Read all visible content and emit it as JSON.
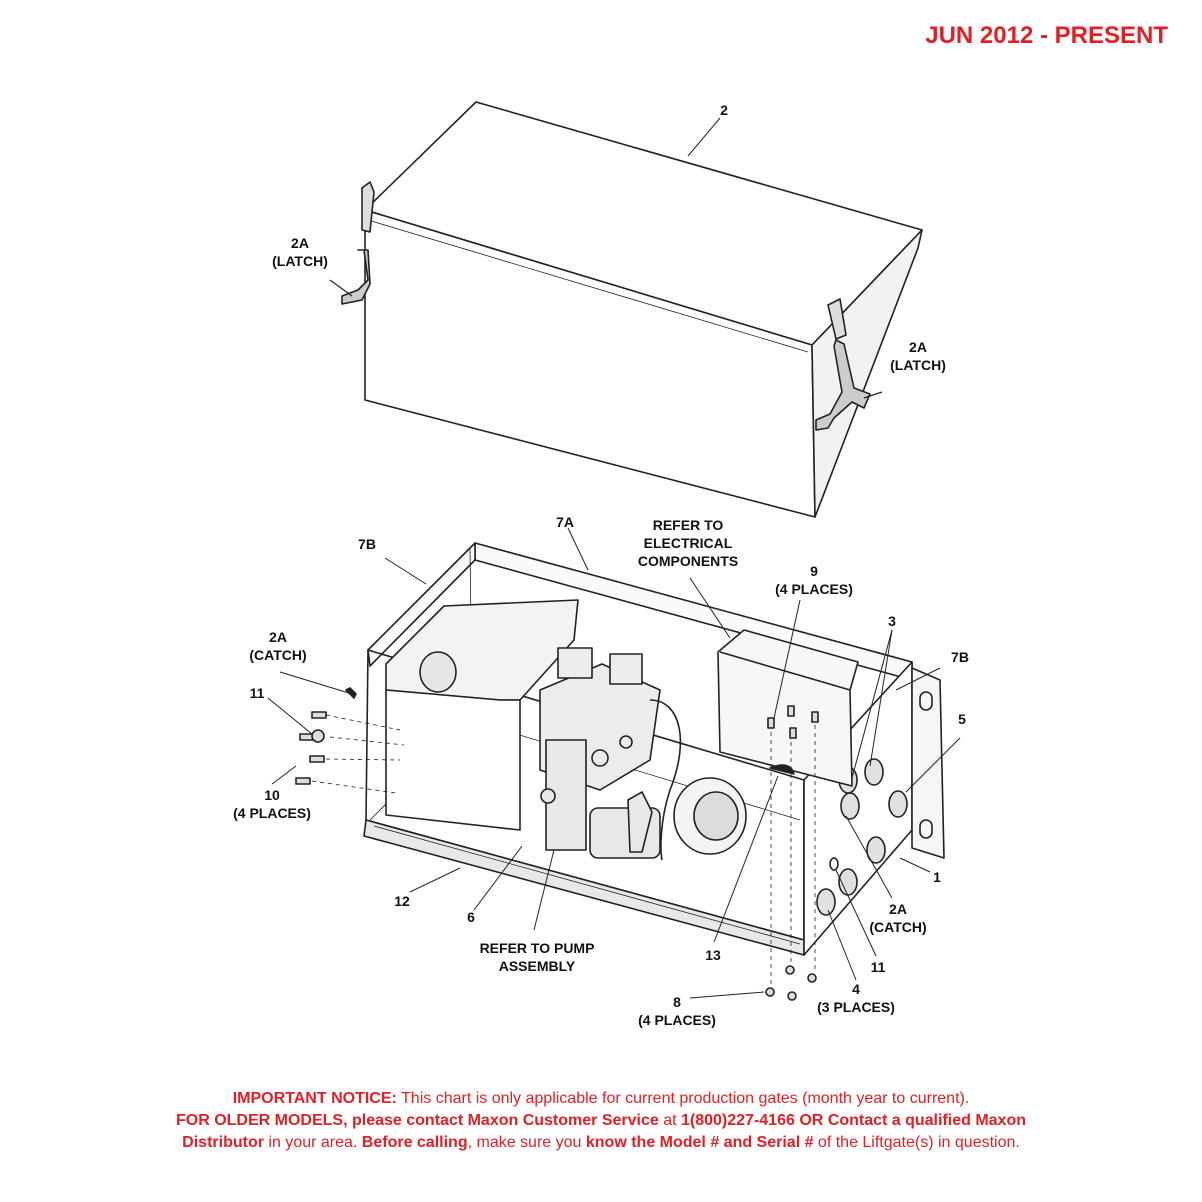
{
  "header": {
    "date_range": "JUN 2012 - PRESENT"
  },
  "callouts": {
    "c2": "2",
    "c2a_latch_l_num": "2A",
    "c2a_latch_l_sub": "(LATCH)",
    "c2a_latch_r_num": "2A",
    "c2a_latch_r_sub": "(LATCH)",
    "c7a": "7A",
    "c7b_l": "7B",
    "c7b_r": "7B",
    "refer_elec_1": "REFER TO",
    "refer_elec_2": "ELECTRICAL",
    "refer_elec_3": "COMPONENTS",
    "c9": "9",
    "c9_sub": "(4 PLACES)",
    "c3": "3",
    "c2a_catch_l_num": "2A",
    "c2a_catch_l_sub": "(CATCH)",
    "c11_l": "11",
    "c10": "10",
    "c10_sub": "(4 PLACES)",
    "c5": "5",
    "c1": "1",
    "c2a_catch_r_num": "2A",
    "c2a_catch_r_sub": "(CATCH)",
    "c11_r": "11",
    "c12": "12",
    "c6": "6",
    "refer_pump_1": "REFER TO PUMP",
    "refer_pump_2": "ASSEMBLY",
    "c13": "13",
    "c4": "4",
    "c4_sub": "(3 PLACES)",
    "c8": "8",
    "c8_sub": "(4 PLACES)"
  },
  "notice": {
    "lead_bold": "IMPORTANT NOTICE:",
    "lead_rest": " This chart is only applicable for current production gates (month year to current).",
    "older_bold": "FOR OLDER MODELS, please contact Maxon Customer Service",
    "older_mid": " at ",
    "older_phone": "1(800)227-4166 OR Contact a qualified Maxon",
    "dist_bold": "Distributor",
    "dist_mid": " in your area. ",
    "before_bold": "Before calling",
    "before_mid": ", make sure you ",
    "know_bold": "know the Model # and Serial #",
    "end": " of the Liftgate(s) in question."
  }
}
